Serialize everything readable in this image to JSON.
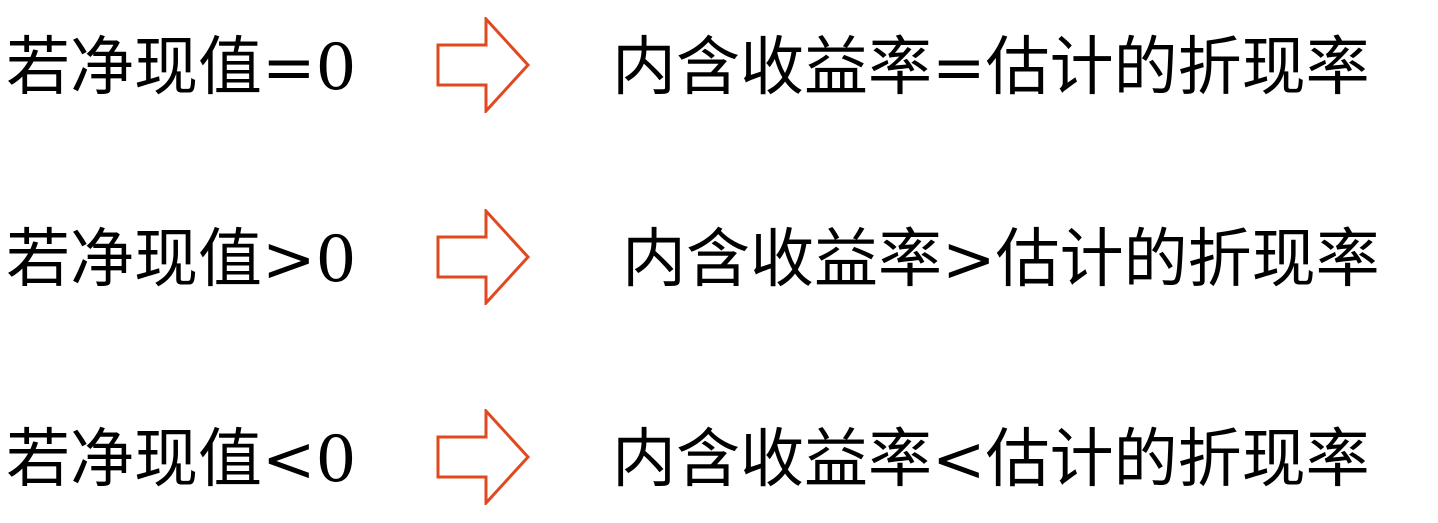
{
  "colors": {
    "arrow_stroke": "#E0491F",
    "text": "#000000",
    "background": "#FFFFFF"
  },
  "rows": [
    {
      "condition": "若净现值=0",
      "arrow_icon": "right-arrow-outline-icon",
      "result": "内含收益率=估计的折现率"
    },
    {
      "condition": "若净现值>0",
      "arrow_icon": "right-arrow-outline-icon",
      "result": "内含收益率>估计的折现率"
    },
    {
      "condition": "若净现值<0",
      "arrow_icon": "right-arrow-outline-icon",
      "result": "内含收益率<估计的折现率"
    }
  ]
}
